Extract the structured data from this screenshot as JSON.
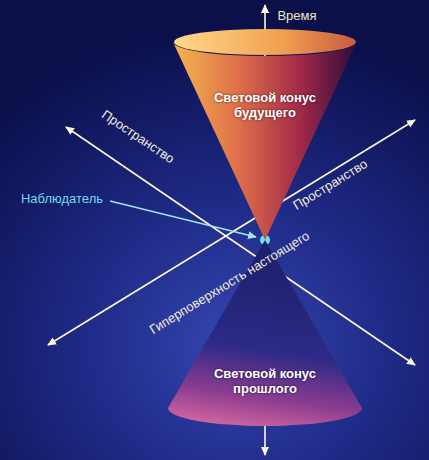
{
  "diagram": {
    "nodes": [
      {
        "text": [
          "Световой конус будущего"
        ]
      },
      {
        "text": [
          "Световой конус прошлого"
        ]
      }
    ],
    "labels": [
      "Время",
      "Наблюдатель",
      "Пространство",
      "Пространство",
      "Гиперповерхность настоящего"
    ]
  }
}
